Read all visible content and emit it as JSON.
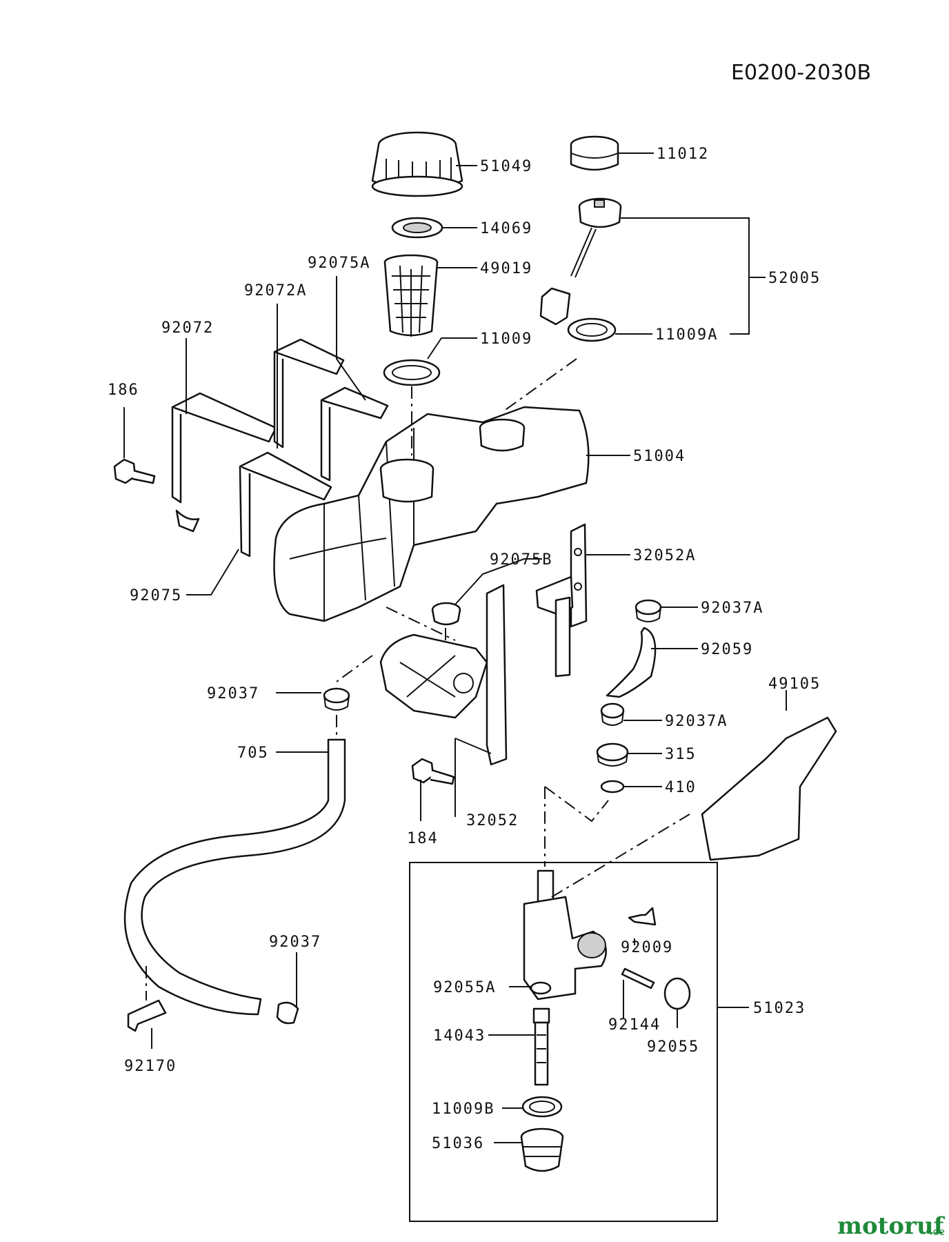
{
  "diagram_id": "E0200-2030B",
  "labels": {
    "p51049": "51049",
    "p11012": "11012",
    "p14069": "14069",
    "p92075A": "92075A",
    "p49019": "49019",
    "p52005": "52005",
    "p92072A": "92072A",
    "p92072": "92072",
    "p11009": "11009",
    "p11009A": "11009A",
    "p186": "186",
    "p51004": "51004",
    "p32052A": "32052A",
    "p92075B": "92075B",
    "p92075": "92075",
    "p92037A_1": "92037A",
    "p92059": "92059",
    "p92037_1": "92037",
    "p49105": "49105",
    "p92037A_2": "92037A",
    "p705": "705",
    "p315": "315",
    "p410": "410",
    "p32052": "32052",
    "p184": "184",
    "p92009": "92009",
    "p92037_2": "92037",
    "p92055A": "92055A",
    "p51023": "51023",
    "p92144": "92144",
    "p14043": "14043",
    "p92055": "92055",
    "p92170": "92170",
    "p11009B": "11009B",
    "p51036": "51036"
  },
  "watermark": {
    "brand": "motoruf",
    "suffix": ".de"
  }
}
